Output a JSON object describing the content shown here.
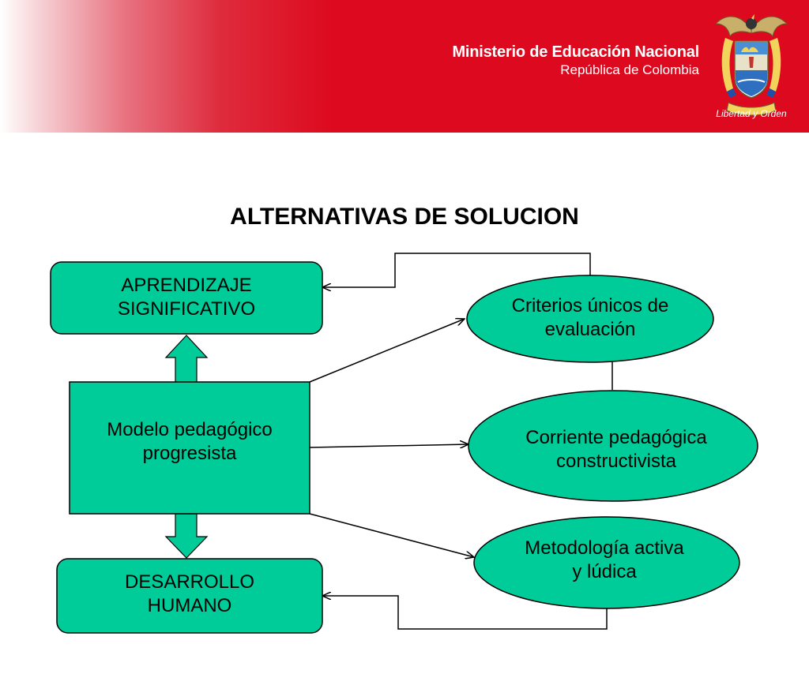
{
  "header": {
    "ministry_name": "Ministerio de Educación Nacional",
    "ministry_sub": "República de Colombia",
    "motto": "Libertad y Orden"
  },
  "title": "ALTERNATIVAS DE SOLUCION",
  "nodes": {
    "aprendizaje": "APRENDIZAJE SIGNIFICATIVO",
    "modelo": "Modelo pedagógico progresista",
    "desarrollo": "DESARROLLO HUMANO",
    "criterios": "Criterios únicos de evaluación",
    "corriente": "Corriente pedagógica constructivista",
    "metodologia": "Metodología activa y lúdica"
  },
  "colors": {
    "node_fill": "#00cc99",
    "header_red": "#dd0a1f",
    "stroke": "#000000"
  }
}
